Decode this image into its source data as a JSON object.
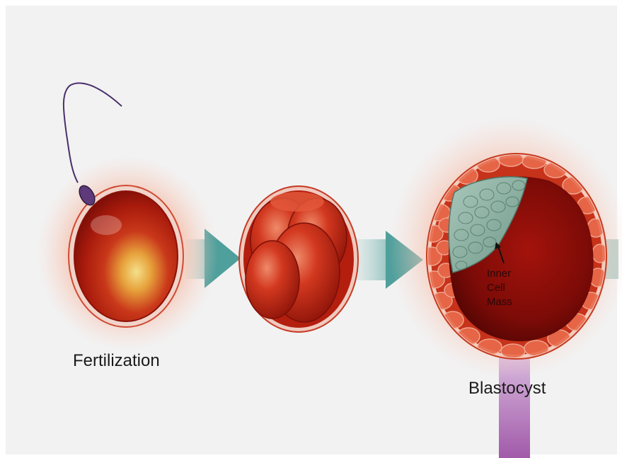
{
  "stages": {
    "fertilization_label": "Fertilization",
    "blastocyst_label": "Blastocyst"
  },
  "inner_cell_mass": {
    "line1": "Inner",
    "line2": "Cell",
    "line3": "Mass"
  },
  "colors": {
    "background": "#f2f2f2",
    "arrow": "#4f9f9c",
    "cell_red": "#b01e0d",
    "halo": "#f1b7a4",
    "inner_cell_mass": "#8fb7a6",
    "implant_band": "#b17ab8"
  }
}
